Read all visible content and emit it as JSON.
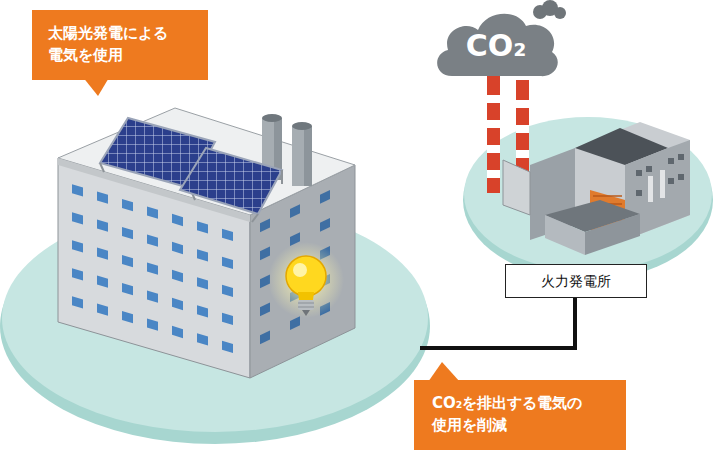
{
  "diagram": {
    "nodes": [
      {
        "text": [
          "太陽光発電による 電気を使用"
        ]
      },
      {
        "text": [
          "CO₂"
        ]
      },
      {
        "text": [
          "火力発電所"
        ]
      },
      {
        "text": [
          "CO₂を排出する電気の 使用を削減"
        ]
      }
    ]
  }
}
